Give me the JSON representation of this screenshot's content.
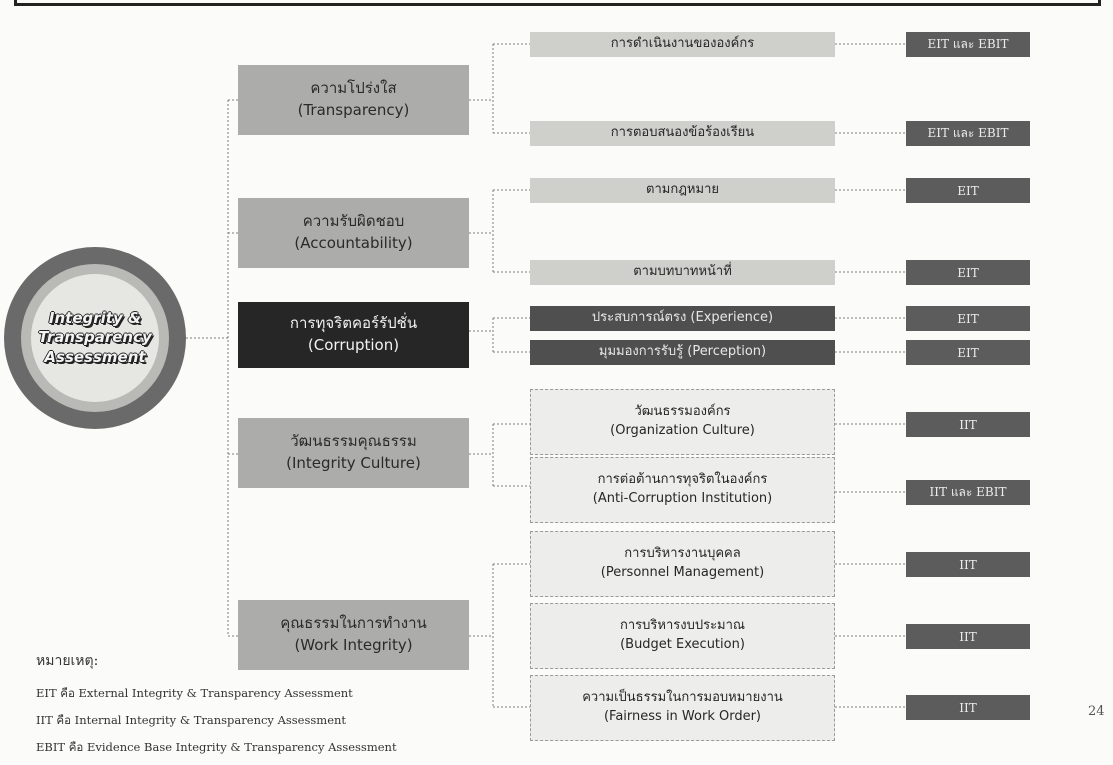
{
  "center": {
    "title_lines": [
      "Integrity &",
      "Transparency",
      "Assessment"
    ]
  },
  "categories": [
    {
      "name_th": "ความโปร่งใส",
      "name_en": "(Transparency)"
    },
    {
      "name_th": "ความรับผิดชอบ",
      "name_en": "(Accountability)"
    },
    {
      "name_th": "การทุจริตคอร์รัปชั่น",
      "name_en": "(Corruption)"
    },
    {
      "name_th": "วัฒนธรรมคุณธรรม",
      "name_en": "(Integrity Culture)"
    },
    {
      "name_th": "คุณธรรมในการทำงาน",
      "name_en": "(Work Integrity)"
    }
  ],
  "subitems": [
    {
      "line1": "การดำเนินงานขององค์กร",
      "line2": "",
      "assessment": "EIT และ EBIT"
    },
    {
      "line1": "การตอบสนองข้อร้องเรียน",
      "line2": "",
      "assessment": "EIT และ EBIT"
    },
    {
      "line1": "ตามกฎหมาย",
      "line2": "",
      "assessment": "EIT"
    },
    {
      "line1": "ตามบทบาทหน้าที่",
      "line2": "",
      "assessment": "EIT"
    },
    {
      "line1": "ประสบการณ์ตรง (Experience)",
      "line2": "",
      "assessment": "EIT"
    },
    {
      "line1": "มุมมองการรับรู้ (Perception)",
      "line2": "",
      "assessment": "EIT"
    },
    {
      "line1": "วัฒนธรรมองค์กร",
      "line2": "(Organization Culture)",
      "assessment": "IIT"
    },
    {
      "line1": "การต่อต้านการทุจริตในองค์กร",
      "line2": "(Anti-Corruption Institution)",
      "assessment": "IIT และ EBIT"
    },
    {
      "line1": "การบริหารงานบุคคล",
      "line2": "(Personnel Management)",
      "assessment": "IIT"
    },
    {
      "line1": "การบริหารงบประมาณ",
      "line2": "(Budget Execution)",
      "assessment": "IIT"
    },
    {
      "line1": "ความเป็นธรรมในการมอบหมายงาน",
      "line2": "(Fairness in Work Order)",
      "assessment": "IIT"
    }
  ],
  "notes": {
    "title": "หมายเหตุ:",
    "items": [
      "EIT คือ External Integrity & Transparency Assessment",
      "IIT คือ Internal Integrity & Transparency Assessment",
      "EBIT คือ Evidence Base Integrity & Transparency Assessment"
    ]
  },
  "page_number": "24"
}
